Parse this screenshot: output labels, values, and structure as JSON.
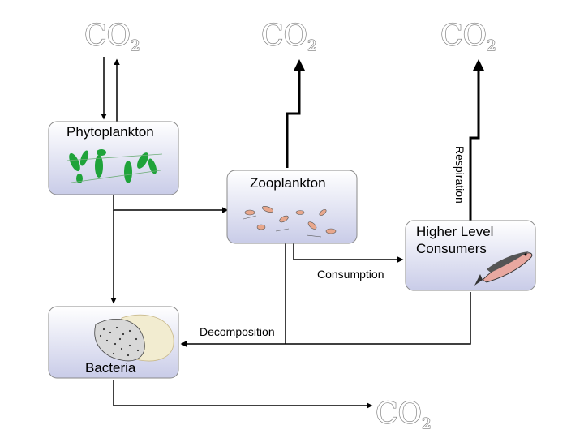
{
  "co2_top_left": {
    "main": "CO",
    "sub": "2"
  },
  "co2_top_middle": {
    "main": "CO",
    "sub": "2"
  },
  "co2_top_right": {
    "main": "CO",
    "sub": "2"
  },
  "co2_bottom": {
    "main": "CO",
    "sub": "2"
  },
  "nodes": {
    "phytoplankton": "Phytoplankton",
    "zooplankton": "Zooplankton",
    "higher_level_line1": "Higher Level",
    "higher_level_line2": "Consumers",
    "bacteria": "Bacteria"
  },
  "edges": {
    "respiration": "Respiration",
    "consumption": "Consumption",
    "decomposition": "Decomposition"
  },
  "colors": {
    "box_top": "#ffffff",
    "box_bottom": "#c9cce8",
    "algae_green": "#1fa33a",
    "fish_pink": "#e8a8a0"
  }
}
